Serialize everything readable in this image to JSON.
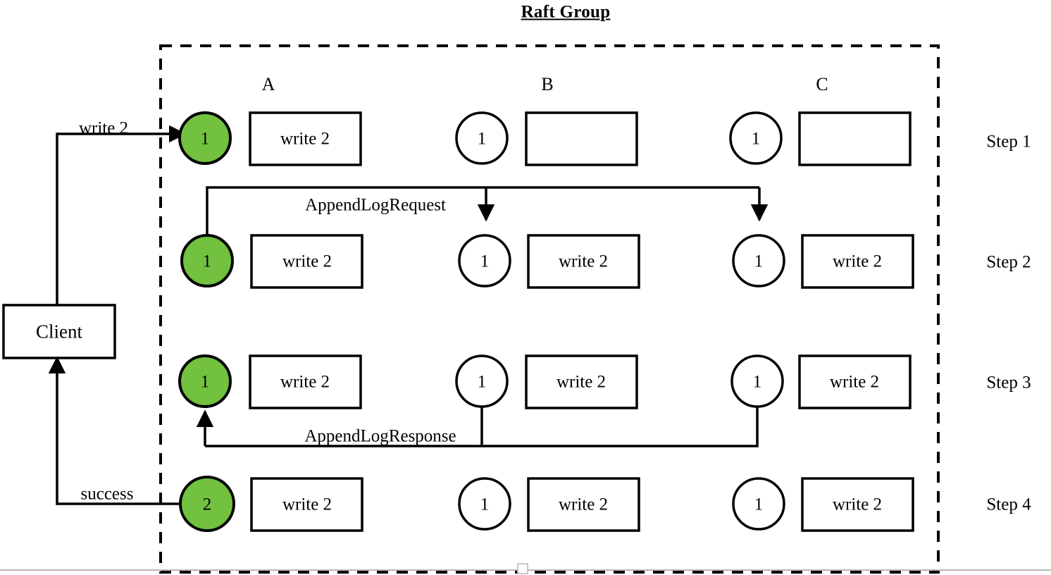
{
  "diagram": {
    "title": "Raft Group",
    "type": "raft-replication-sequence",
    "colors": {
      "leader_fill": "#72c13f",
      "follower_fill": "#ffffff",
      "stroke": "#000000",
      "background": "#ffffff",
      "group_border": "#000000"
    },
    "columns": [
      {
        "id": "A",
        "label": "A",
        "role": "leader"
      },
      {
        "id": "B",
        "label": "B",
        "role": "follower"
      },
      {
        "id": "C",
        "label": "C",
        "role": "follower"
      }
    ],
    "client": {
      "label": "Client"
    },
    "steps": [
      {
        "label": "Step 1",
        "nodes": [
          {
            "column": "A",
            "term": "1",
            "leader": true,
            "log": "write 2"
          },
          {
            "column": "B",
            "term": "1",
            "leader": false,
            "log": ""
          },
          {
            "column": "C",
            "term": "1",
            "leader": false,
            "log": ""
          }
        ]
      },
      {
        "label": "Step 2",
        "nodes": [
          {
            "column": "A",
            "term": "1",
            "leader": true,
            "log": "write 2"
          },
          {
            "column": "B",
            "term": "1",
            "leader": false,
            "log": "write 2"
          },
          {
            "column": "C",
            "term": "1",
            "leader": false,
            "log": "write 2"
          }
        ]
      },
      {
        "label": "Step 3",
        "nodes": [
          {
            "column": "A",
            "term": "1",
            "leader": true,
            "log": "write 2"
          },
          {
            "column": "B",
            "term": "1",
            "leader": false,
            "log": "write 2"
          },
          {
            "column": "C",
            "term": "1",
            "leader": false,
            "log": "write 2"
          }
        ]
      },
      {
        "label": "Step 4",
        "nodes": [
          {
            "column": "A",
            "term": "2",
            "leader": true,
            "log": "write 2"
          },
          {
            "column": "B",
            "term": "1",
            "leader": false,
            "log": "write 2"
          },
          {
            "column": "C",
            "term": "1",
            "leader": false,
            "log": "write 2"
          }
        ]
      }
    ],
    "messages": {
      "client_request": "write 2",
      "append_request": "AppendLogRequest",
      "append_response": "AppendLogResponse",
      "client_response": "success"
    }
  }
}
